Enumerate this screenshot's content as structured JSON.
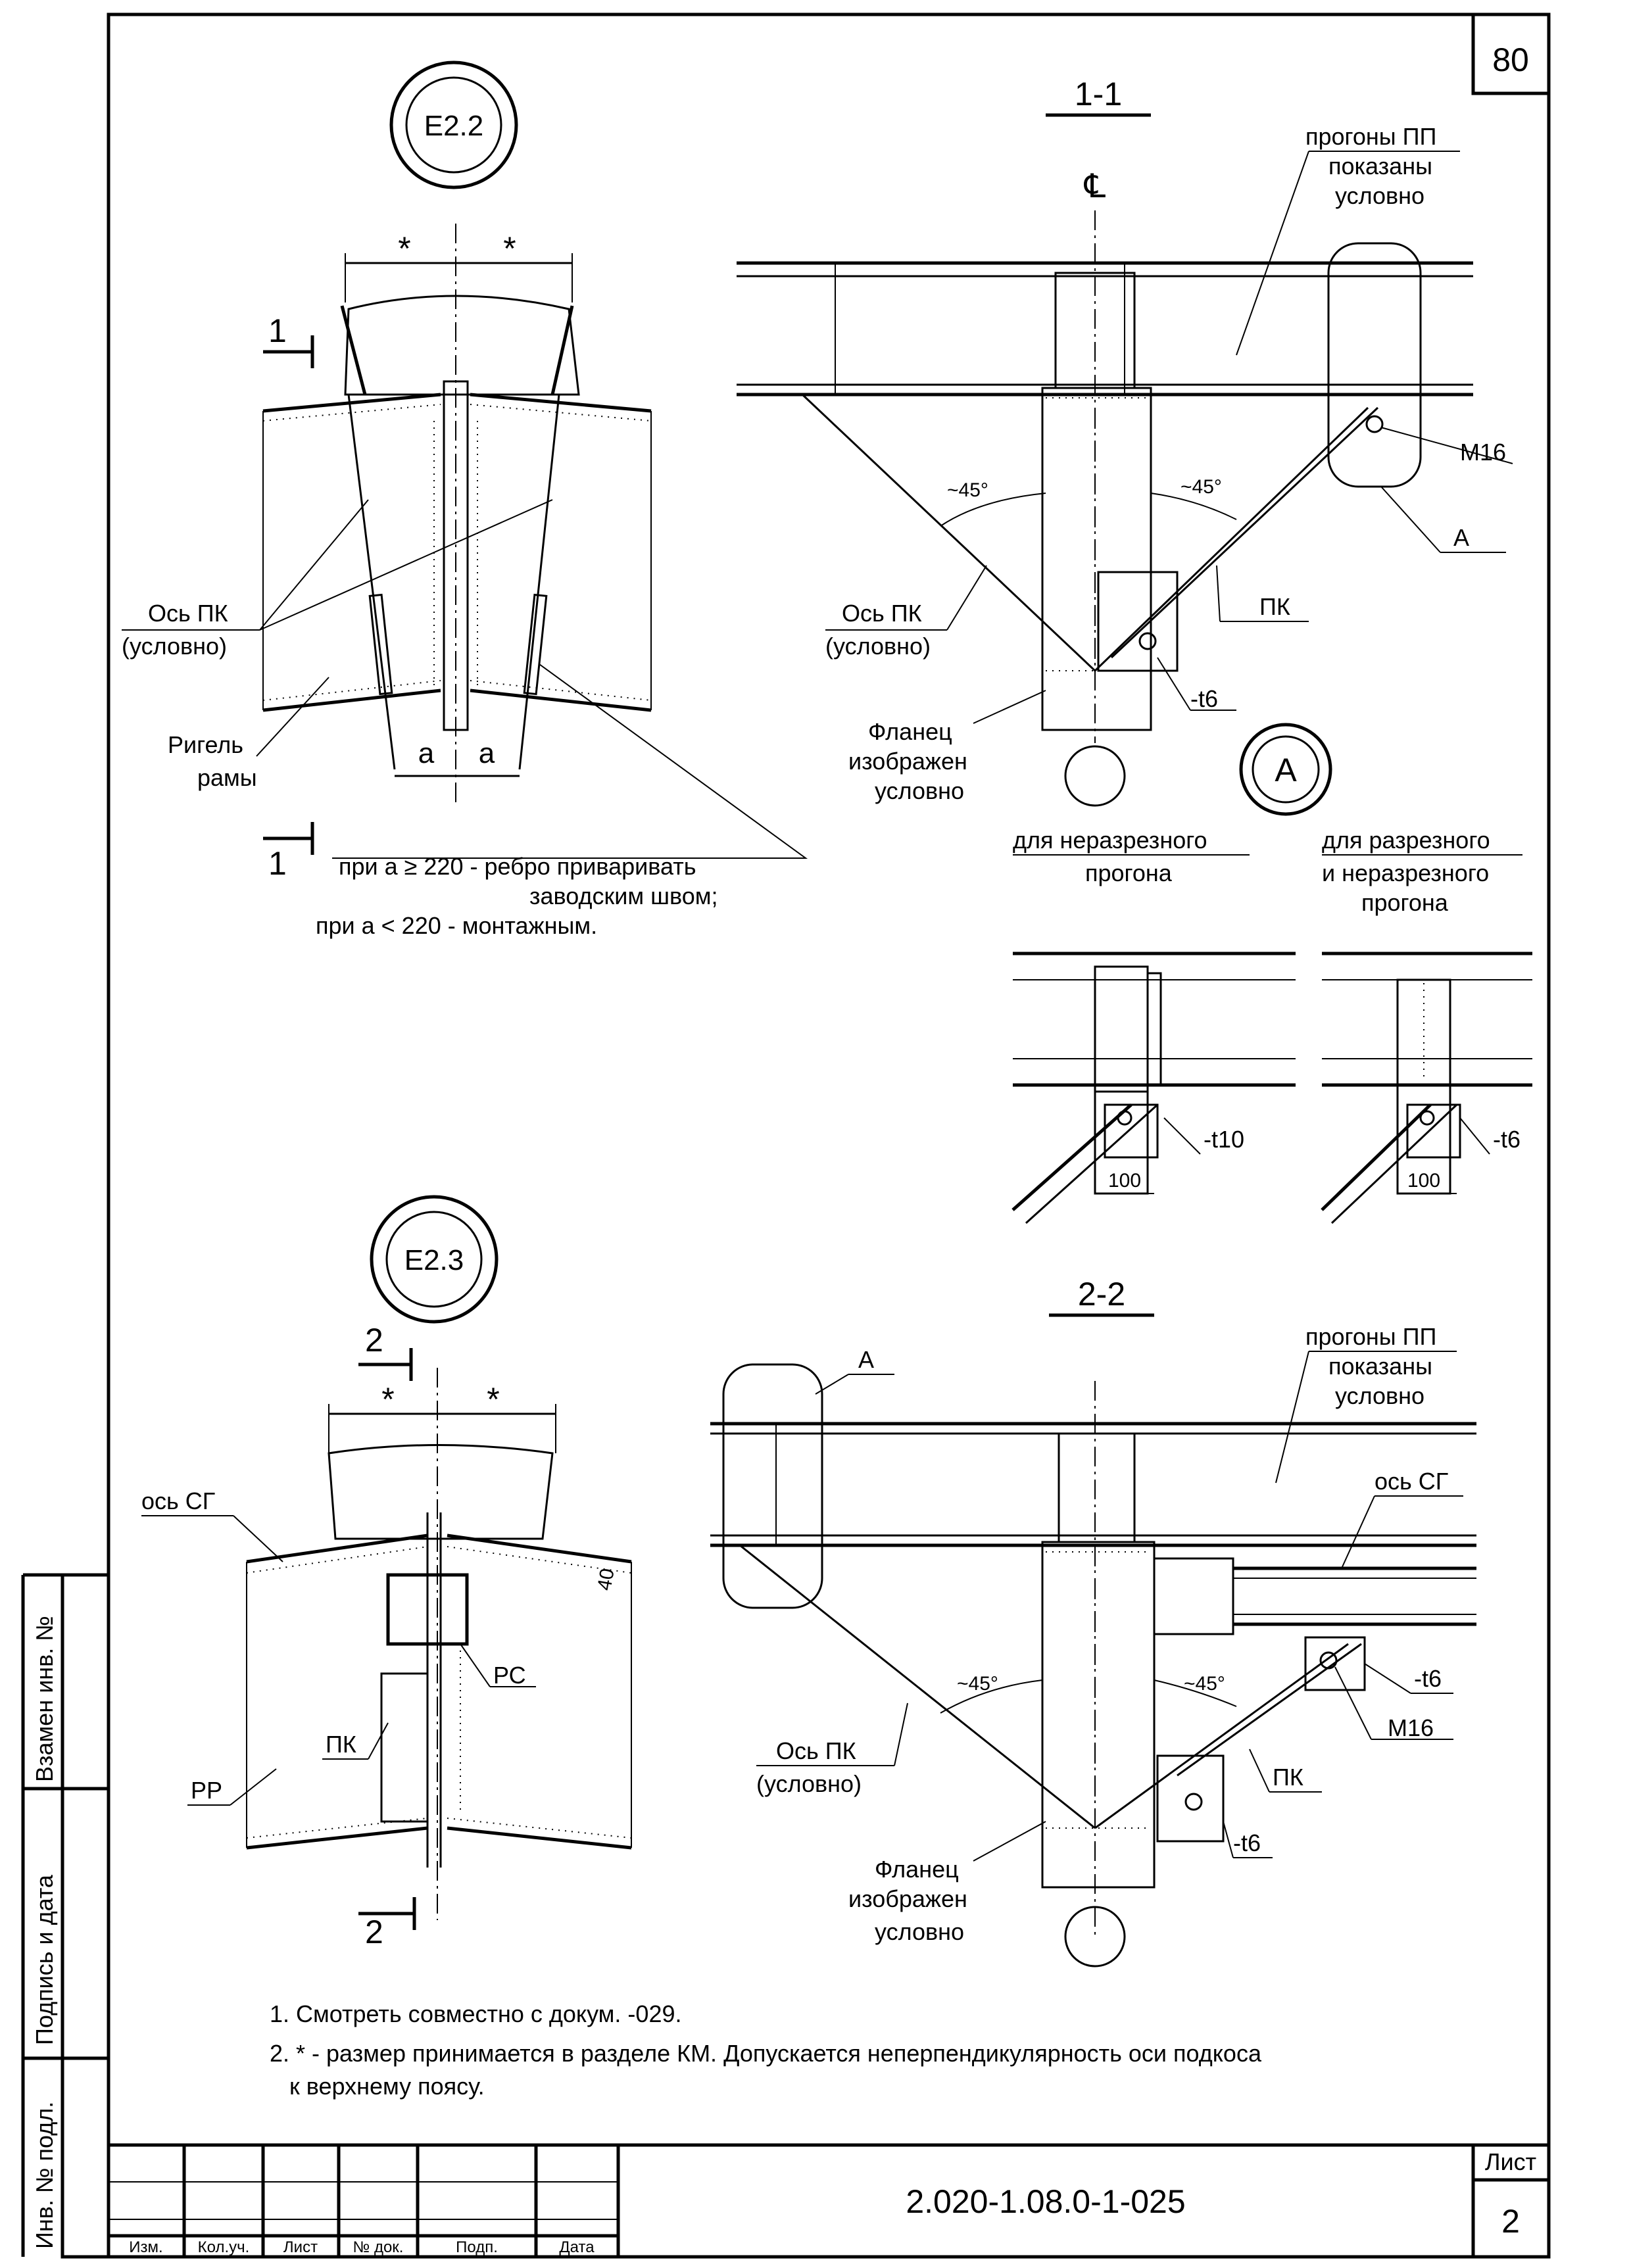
{
  "sheet_number": "80",
  "node_e22": {
    "badge": "Е2.2",
    "section_mark": "1",
    "star_left": "*",
    "star_right": "*",
    "dim_a_left": "а",
    "dim_a_right": "а",
    "axis_pk_line1": "Ось ПК",
    "axis_pk_line2": "(условно)",
    "rigel_line1": "Ригель",
    "rigel_line2": "рамы",
    "note_line1": "при а ≥ 220 - ребро приваривать",
    "note_line2": "заводским швом;",
    "note_line3": "при а < 220 - монтажным."
  },
  "section_1_1": {
    "title": "1-1",
    "cl_symbol": "℄",
    "purlins_line1": "прогоны ПП",
    "purlins_line2": "показаны",
    "purlins_line3": "условно",
    "bolt_label": "М16",
    "callout_a": "А",
    "angle_left": "~45°",
    "angle_right": "~45°",
    "pk_label": "ПК",
    "axis_pk_line1": "Ось ПК",
    "axis_pk_line2": "(условно)",
    "plate_label": "-t6",
    "flange_line1": "Фланец",
    "flange_line2": "изображен",
    "flange_line3": "условно"
  },
  "detail_a": {
    "badge": "А",
    "left_title_line1": "для неразрезного",
    "left_title_line2": "прогона",
    "right_title_line1": "для разрезного",
    "right_title_line2": "и неразрезного",
    "right_title_line3": "прогона",
    "left_plate": "-t10",
    "right_plate": "-t6",
    "left_dim": "100",
    "right_dim": "100"
  },
  "node_e23": {
    "badge": "Е2.3",
    "section_mark": "2",
    "star_left": "*",
    "star_right": "*",
    "axis_sg": "ось СГ",
    "dim_40": "40",
    "rs_label": "РС",
    "pk_label": "ПК",
    "rr_label": "РР"
  },
  "section_2_2": {
    "title": "2-2",
    "callout_a": "А",
    "purlins_line1": "прогоны ПП",
    "purlins_line2": "показаны",
    "purlins_line3": "условно",
    "axis_sg": "ось СГ",
    "plate_top": "-t6",
    "bolt_label": "М16",
    "angle_left": "~45°",
    "angle_right": "~45°",
    "pk_label": "ПК",
    "axis_pk_line1": "Ось ПК",
    "axis_pk_line2": "(условно)",
    "plate_bottom": "-t6",
    "flange_line1": "Фланец",
    "flange_line2": "изображен",
    "flange_line3": "условно"
  },
  "notes": {
    "line1": "1. Смотреть совместно с докум. -029.",
    "line2": "2. * - размер принимается в разделе КМ. Допускается неперпендикулярность оси подкоса",
    "line3": "к верхнему поясу."
  },
  "side_stamp": {
    "replace": "Взамен инв. №",
    "sign_date": "Подпись и дата",
    "inv_orig": "Инв. № подл."
  },
  "title_block": {
    "doc_code": "2.020-1.08.0-1-025",
    "sheet_label": "Лист",
    "sheet_value": "2",
    "col_izm": "Изм.",
    "col_kol": "Кол.уч.",
    "col_list": "Лист",
    "col_doc": "№ док.",
    "col_sign": "Подп.",
    "col_date": "Дата"
  }
}
